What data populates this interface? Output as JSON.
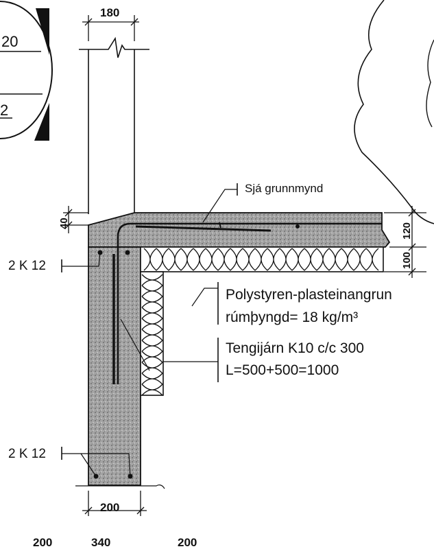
{
  "colors": {
    "ink": "#111111",
    "concrete": "#9a9a9a",
    "paper": "#ffffff"
  },
  "dimensions": {
    "wall_top": "180",
    "slab_step": "40",
    "slab_thickness": "120",
    "insulation_thickness": "100",
    "wall_bottom": "200",
    "bottom_row": [
      "200",
      "340",
      "200"
    ]
  },
  "detail_circle": {
    "upper": "20",
    "lower": "2"
  },
  "labels": {
    "plan_reference": "Sjá grunnmynd",
    "insulation_line1": "Polystyren-plasteinangrun",
    "insulation_line2": "rúmþyngd= 18 kg/m³",
    "tie_bars_line1": "Tengijárn K10 c/c 300",
    "tie_bars_line2": "L=500+500=1000",
    "rebar_top": "2 K 12",
    "rebar_bottom": "2 K 12"
  }
}
